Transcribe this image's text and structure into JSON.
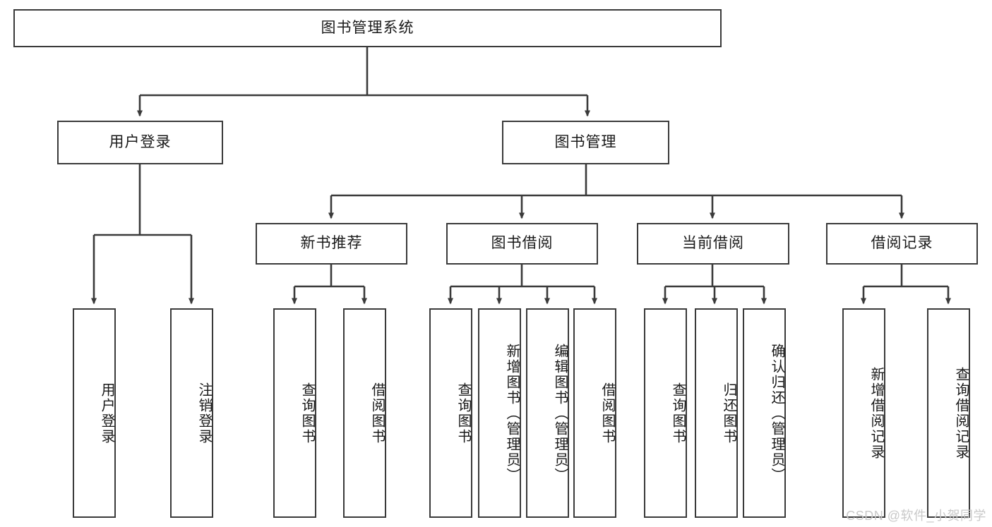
{
  "diagram": {
    "type": "tree-hierarchy-chart",
    "title": "图书管理系统",
    "orientation": "top-down",
    "edge_style": "orthogonal-with-arrowheads",
    "colors": {
      "box_border": "#3a3a3a",
      "box_fill": "#ffffff",
      "line": "#3a3a3a",
      "text": "#1a1a1a",
      "watermark": "#c9c9c9",
      "background": "#ffffff"
    },
    "root": {
      "label": "图书管理系统"
    },
    "level2": [
      {
        "label": "用户登录"
      },
      {
        "label": "图书管理"
      }
    ],
    "level3": [
      {
        "label": "新书推荐"
      },
      {
        "label": "图书借阅"
      },
      {
        "label": "当前借阅"
      },
      {
        "label": "借阅记录"
      }
    ],
    "leaves": {
      "user_login": [
        {
          "label": "用户登录"
        },
        {
          "label": "注销登录"
        }
      ],
      "new_book_recommend": [
        {
          "label": "查询图书"
        },
        {
          "label": "借阅图书"
        }
      ],
      "book_borrow": [
        {
          "label": "查询图书"
        },
        {
          "label": "新增图书（管理员）"
        },
        {
          "label": "编辑图书（管理员）"
        },
        {
          "label": "借阅图书"
        }
      ],
      "current_borrow": [
        {
          "label": "查询图书"
        },
        {
          "label": "归还图书"
        },
        {
          "label": "确认归还（管理员）"
        }
      ],
      "borrow_record": [
        {
          "label": "新增借阅记录"
        },
        {
          "label": "查询借阅记录"
        }
      ]
    },
    "watermark": "CSDN @软件_小贺同学"
  }
}
